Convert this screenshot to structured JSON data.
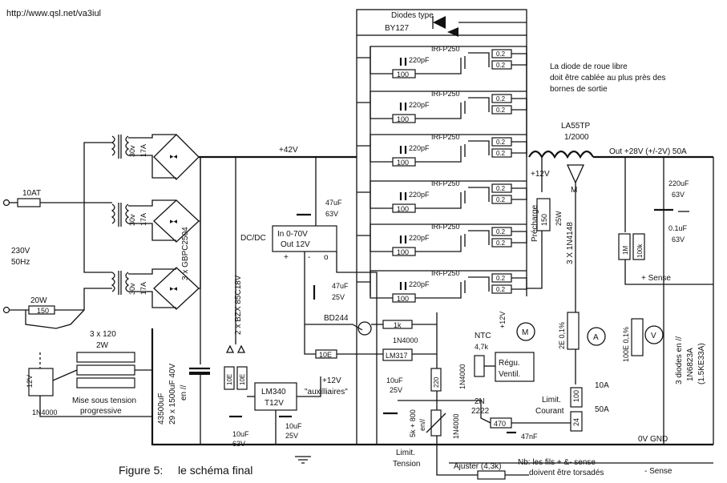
{
  "header": {
    "url": "http://www.qsl.net/va3iul"
  },
  "caption": {
    "figure": "Figure 5:",
    "title": "le schéma final"
  },
  "mains": {
    "fuse": "10AT",
    "voltage": "230V",
    "frequency": "50Hz",
    "resistor_power": "20W",
    "resistor_value": "150"
  },
  "transformers": [
    {
      "voltage": "30v",
      "current": "17A"
    },
    {
      "voltage": "30v",
      "current": "17A"
    },
    {
      "voltage": "30v",
      "current": "17A"
    }
  ],
  "bridge_label": "3 x GBPC2504",
  "softstart": {
    "resistors": "3 x 120",
    "resistor_power": "2W",
    "label_line1": "Mise sous tension",
    "label_line2": "progressive",
    "relay_voltage": "12V",
    "diode": "1N4000"
  },
  "main_cap": {
    "value": "43500uF",
    "desc": "29 x 1500uF 40V",
    "desc2": "en //"
  },
  "zener": {
    "label": "2 x BZX 85C18V",
    "res1": "10E",
    "res2": "10E"
  },
  "regulator": {
    "name": "LM340",
    "type": "T12V",
    "aux_voltage": "+12V",
    "aux_label": "\"auxilliaires\"",
    "cap1_value": "10uF",
    "cap1_voltage": "63V",
    "cap2_value": "10uF",
    "cap2_voltage": "25V"
  },
  "rail": {
    "label": "+42V"
  },
  "dcdc": {
    "name": "DC/DC",
    "input": "In 0-70V",
    "output": "Out 12V",
    "plus": "+",
    "minus": "-",
    "o_label": "o",
    "cap_in_value": "47uF",
    "cap_in_voltage": "63V",
    "cap_out_value": "47uF",
    "cap_out_voltage": "25V"
  },
  "drive": {
    "transistor": "BD244",
    "res_10e": "10E",
    "res_1k": "1k",
    "diode": "1N4000",
    "lm317": "LM317"
  },
  "diodes_box": {
    "title": "Diodes type",
    "type": "BY127"
  },
  "mosfets": [
    {
      "name": "IRFP250",
      "cap": "220pF",
      "res": "100",
      "r1": "0.2",
      "r2": "0.2"
    },
    {
      "name": "IRFP250",
      "cap": "220pF",
      "res": "100",
      "r1": "0.2",
      "r2": "0.2"
    },
    {
      "name": "IRFP250",
      "cap": "220pF",
      "res": "100",
      "r1": "0.2",
      "r2": "0.2"
    },
    {
      "name": "IRFP250",
      "cap": "220pF",
      "res": "100",
      "r1": "0.2",
      "r2": "0.2"
    },
    {
      "name": "IRFP250",
      "cap": "220pF",
      "res": "100",
      "r1": "0.2",
      "r2": "0.2"
    },
    {
      "name": "IRFP250",
      "cap": "220pF",
      "res": "100",
      "r1": "0.2",
      "r2": "0.2"
    }
  ],
  "note": {
    "line1": "La diode de roue libre",
    "line2": "doit être cablée au plus près des",
    "line3": "bornes de sortie"
  },
  "sensor": {
    "name": "LA55TP",
    "ratio": "1/2000",
    "supply": "+12V",
    "m_label": "M"
  },
  "precharge": {
    "label": "Précharge",
    "value": "150",
    "power": "25W"
  },
  "output": {
    "label": "Out +28V (+/-2V)  50A",
    "cap_value": "220uF",
    "cap_voltage": "63V",
    "cap2_value": "0.1uF",
    "cap2_voltage": "63V",
    "res1": "1M",
    "res2": "100k",
    "plus_sense": "+ Sense",
    "minus_sense": "- Sense",
    "gnd": "0V GND",
    "diodes_3x": "3 X 1N4148",
    "clamp_line1": "3 diodes en //",
    "clamp_line2": "1N6823A",
    "clamp_line3": "(1.5KE33A)"
  },
  "meters": {
    "amp_shunt": "2E 0,1%",
    "amp_label": "A",
    "volt_shunt": "100E 0,1%",
    "volt_label": "V",
    "motor_label": "M"
  },
  "fan": {
    "ntc": "NTC",
    "ntc_value": "4,7k",
    "supply": "+12V",
    "box_line1": "Régu.",
    "box_line2": "Ventil."
  },
  "limits": {
    "current_line1": "Limit.",
    "current_line2": "Courant",
    "pot_value": "100",
    "pot2_value": "24",
    "range_high": "10A",
    "range_low": "50A",
    "transistor": "2N",
    "transistor2": "2222",
    "res470": "470",
    "cap47n": "47nF",
    "cap_value": "10uF",
    "cap_voltage": "25V",
    "res220": "220",
    "diode": "1N4000",
    "diode2": "1N4000",
    "pot_desc": "5k + 800",
    "pot_desc2": "en//",
    "tension_line1": "Limit.",
    "tension_line2": "Tension",
    "adjust": "Ajuster (4,3k)",
    "nb_line1": "Nb: les fils + &- sense",
    "nb_line2": "doivent être torsadés"
  }
}
